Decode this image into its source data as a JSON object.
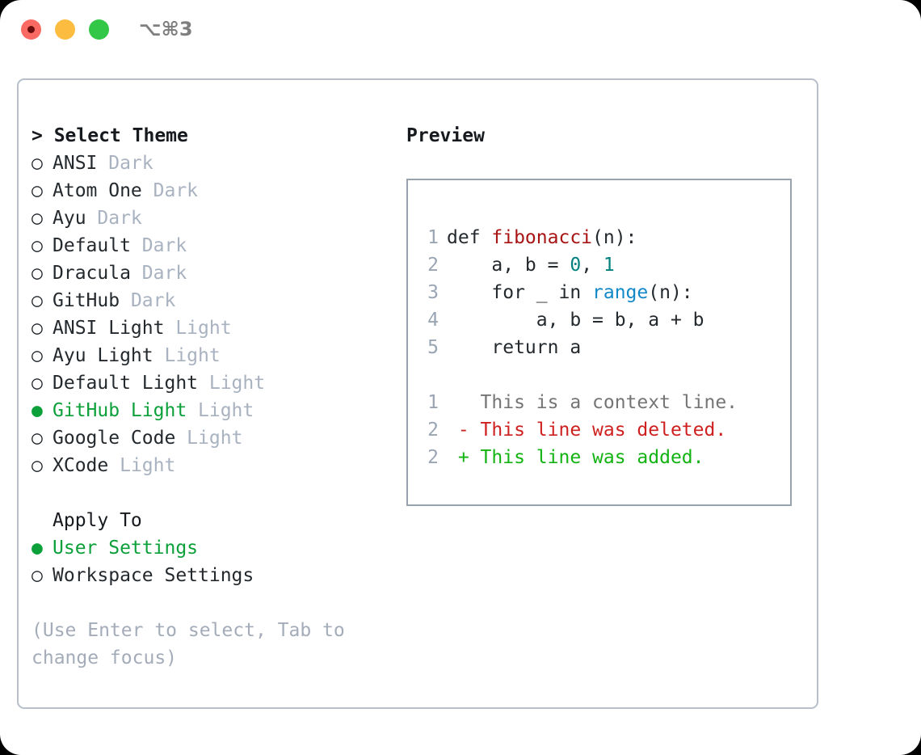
{
  "window": {
    "shortcut": "⌥⌘3",
    "traffic_lights": [
      {
        "name": "close-button",
        "color": "#fb6a62"
      },
      {
        "name": "minimize-button",
        "color": "#fcbc40"
      },
      {
        "name": "maximize-button",
        "color": "#33c748"
      }
    ]
  },
  "theme_picker": {
    "header": "> Select Theme",
    "marker_unselected": "○",
    "marker_selected": "●",
    "items": [
      {
        "marker": "○",
        "name": "ANSI",
        "variant": "Dark",
        "selected": false
      },
      {
        "marker": "○",
        "name": "Atom One",
        "variant": "Dark",
        "selected": false
      },
      {
        "marker": "○",
        "name": "Ayu",
        "variant": "Dark",
        "selected": false
      },
      {
        "marker": "○",
        "name": "Default",
        "variant": "Dark",
        "selected": false
      },
      {
        "marker": "○",
        "name": "Dracula",
        "variant": "Dark",
        "selected": false
      },
      {
        "marker": "○",
        "name": "GitHub",
        "variant": "Dark",
        "selected": false
      },
      {
        "marker": "○",
        "name": "ANSI Light",
        "variant": "Light",
        "selected": false
      },
      {
        "marker": "○",
        "name": "Ayu Light",
        "variant": "Light",
        "selected": false
      },
      {
        "marker": "○",
        "name": "Default Light",
        "variant": "Light",
        "selected": false
      },
      {
        "marker": "●",
        "name": "GitHub Light",
        "variant": "Light",
        "selected": true
      },
      {
        "marker": "○",
        "name": "Google Code",
        "variant": "Light",
        "selected": false
      },
      {
        "marker": "○",
        "name": "XCode",
        "variant": "Light",
        "selected": false
      }
    ]
  },
  "apply_to": {
    "header": "Apply To",
    "items": [
      {
        "marker": "●",
        "name": "User Settings",
        "selected": true
      },
      {
        "marker": "○",
        "name": "Workspace Settings",
        "selected": false
      }
    ]
  },
  "hint": "(Use Enter to select, Tab to change focus)",
  "preview": {
    "title": "Preview",
    "code_lines": [
      {
        "number": "1",
        "tokens": [
          {
            "text": "def ",
            "type": "plain"
          },
          {
            "text": "fibonacci",
            "type": "fn"
          },
          {
            "text": "(n):",
            "type": "plain"
          }
        ]
      },
      {
        "number": "2",
        "tokens": [
          {
            "text": "    a, b = ",
            "type": "plain"
          },
          {
            "text": "0",
            "type": "num"
          },
          {
            "text": ", ",
            "type": "plain"
          },
          {
            "text": "1",
            "type": "num"
          }
        ]
      },
      {
        "number": "3",
        "tokens": [
          {
            "text": "    for _ in ",
            "type": "plain"
          },
          {
            "text": "range",
            "type": "call"
          },
          {
            "text": "(n):",
            "type": "plain"
          }
        ]
      },
      {
        "number": "4",
        "tokens": [
          {
            "text": "        a, b = b, a + b",
            "type": "plain"
          }
        ]
      },
      {
        "number": "5",
        "tokens": [
          {
            "text": "    return a",
            "type": "plain"
          }
        ]
      }
    ],
    "diff_lines": [
      {
        "number": "1",
        "marker": " ",
        "text": "This is a context line.",
        "type": "ctx"
      },
      {
        "number": "2",
        "marker": "-",
        "text": "This line was deleted.",
        "type": "del"
      },
      {
        "number": "2",
        "marker": "+",
        "text": "This line was added.",
        "type": "add"
      }
    ]
  },
  "colors": {
    "accent_green": "#0ca03a",
    "variant_gray": "#a9b2c0",
    "hint_gray": "#a4acb9",
    "fn_red": "#a81414",
    "num_teal": "#00807e",
    "call_blue": "#1189c9",
    "diff_del_red": "#cf2020",
    "diff_add_green": "#12b312",
    "panel_border": "#b7bfca",
    "preview_border": "#98a3b0"
  }
}
